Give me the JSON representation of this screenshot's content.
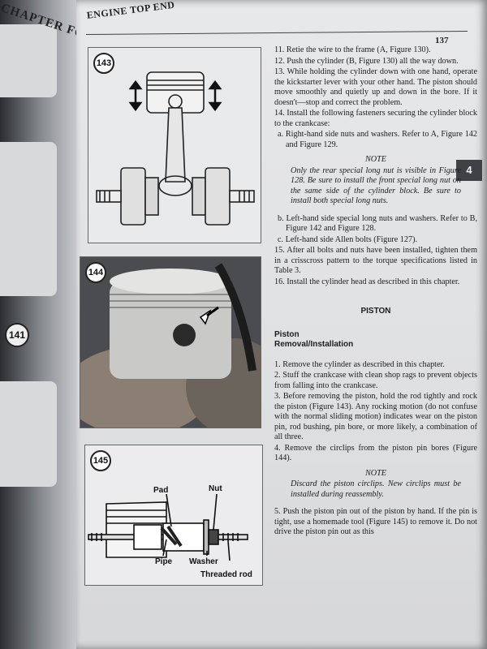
{
  "left_page": {
    "chapter_header": "CHAPTER FOUR",
    "figure_number": "141"
  },
  "header": {
    "title": "ENGINE TOP END",
    "page_number": "137"
  },
  "chapter_tab": "4",
  "figures": [
    {
      "number": "143"
    },
    {
      "number": "144"
    },
    {
      "number": "145",
      "labels": {
        "pad": "Pad",
        "nut": "Nut",
        "pipe": "Pipe",
        "washer": "Washer",
        "threaded_rod": "Threaded rod"
      }
    }
  ],
  "text": {
    "p11": "11. Retie the wire to the frame (A, Figure 130).",
    "p12": "12. Push the cylinder (B, Figure 130) all the way down.",
    "p13": "13. While holding the cylinder down with one hand, operate the kickstarter lever with your other hand. The piston should move smoothly and quietly up and down in the bore. If it doesn't—stop and correct the problem.",
    "p14": "14. Install the following fasteners securing the cylinder block to the crankcase:",
    "p14a": "a. Right-hand side nuts and washers. Refer to A, Figure 142 and Figure 129.",
    "note1_title": "NOTE",
    "note1_body": "Only the rear special long nut is visible in Figure 128. Be sure to install the front special long nut on the same side of the cylinder block. Be sure to install both special long nuts.",
    "p14b": "b. Left-hand side special long nuts and washers. Refer to B, Figure 142 and Figure 128.",
    "p14c": "c. Left-hand side Allen bolts (Figure 127).",
    "p15": "15. After all bolts and nuts have been installed, tighten them in a crisscross pattern to the torque specifications listed in Table 3.",
    "p16": "16. Install the cylinder head as described in this chapter.",
    "section_title": "PISTON",
    "sub1": "Piston",
    "sub2": "Removal/Installation",
    "s1": "1. Remove the cylinder as described in this chapter.",
    "s2": "2. Stuff the crankcase with clean shop rags to prevent objects from falling into the crankcase.",
    "s3": "3. Before removing the piston, hold the rod tightly and rock the piston (Figure 143). Any rocking motion (do not confuse with the normal sliding motion) indicates wear on the piston pin, rod bushing, pin bore, or more likely, a combination of all three.",
    "s4": "4. Remove the circlips from the piston pin bores (Figure 144).",
    "note2_title": "NOTE",
    "note2_body": "Discard the piston circlips. New circlips must be installed during reassembly.",
    "s5": "5. Push the piston pin out of the piston by hand. If the pin is tight, use a homemade tool (Figure 145) to remove it. Do not drive the piston pin out as this"
  }
}
